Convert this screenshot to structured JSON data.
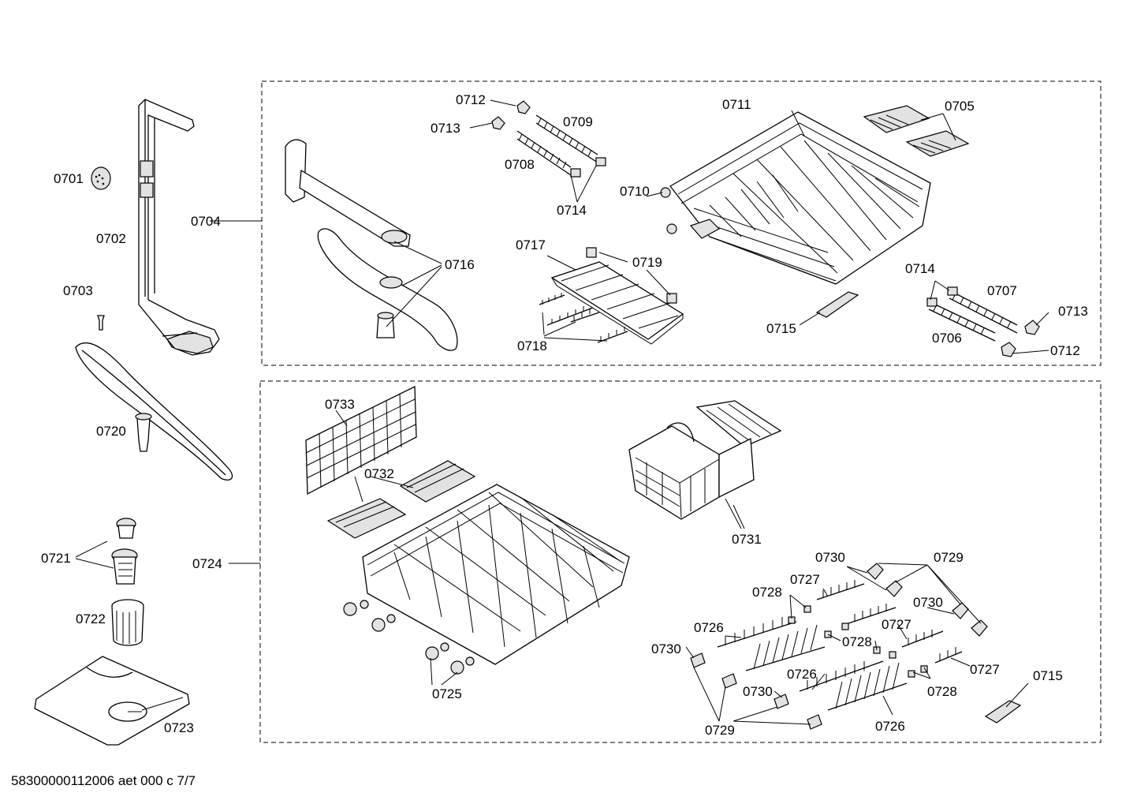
{
  "labels": {
    "p0701": "0701",
    "p0702": "0702",
    "p0703": "0703",
    "p0704": "0704",
    "p0705": "0705",
    "p0706": "0706",
    "p0707": "0707",
    "p0708": "0708",
    "p0709": "0709",
    "p0710": "0710",
    "p0711": "0711",
    "p0712": "0712",
    "p0713": "0713",
    "p0714": "0714",
    "p0715": "0715",
    "p0716": "0716",
    "p0717": "0717",
    "p0718": "0718",
    "p0719": "0719",
    "p0720": "0720",
    "p0721": "0721",
    "p0722": "0722",
    "p0723": "0723",
    "p0724": "0724",
    "p0725": "0725",
    "p0726": "0726",
    "p0727": "0727",
    "p0728": "0728",
    "p0729": "0729",
    "p0730": "0730",
    "p0731": "0731",
    "p0732": "0732",
    "p0733": "0733"
  },
  "footer": "58300000112006 aet 000 c 7/7"
}
